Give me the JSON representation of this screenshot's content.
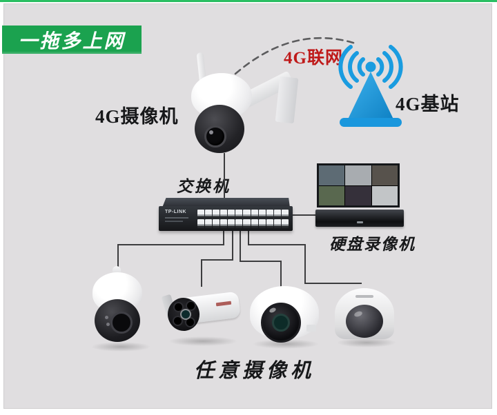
{
  "banner": {
    "title": "一拖多上网"
  },
  "colors": {
    "banner_green": "#1ba24f",
    "top_strip_green": "#2bbf63",
    "background_gray": "#e0dee0",
    "accent_blue": "#1a9ce0",
    "label_red": "#bf1a1a",
    "line_dark": "#3c3c3e"
  },
  "nodes": {
    "camera_4g": {
      "label": "4G摄像机"
    },
    "link_4g": {
      "label": "4G联网"
    },
    "base_station": {
      "label": "4G基站"
    },
    "switch": {
      "label": "交换机",
      "brand": "TP-LINK",
      "port_count": 24
    },
    "nvr": {
      "label": "硬盘录像机",
      "screen_cells": [
        "#5d6b74",
        "#a8acb0",
        "#57524c",
        "#59684f",
        "#35303a",
        "#c2c5c7"
      ]
    },
    "any_camera": {
      "label": "任意摄像机"
    }
  }
}
